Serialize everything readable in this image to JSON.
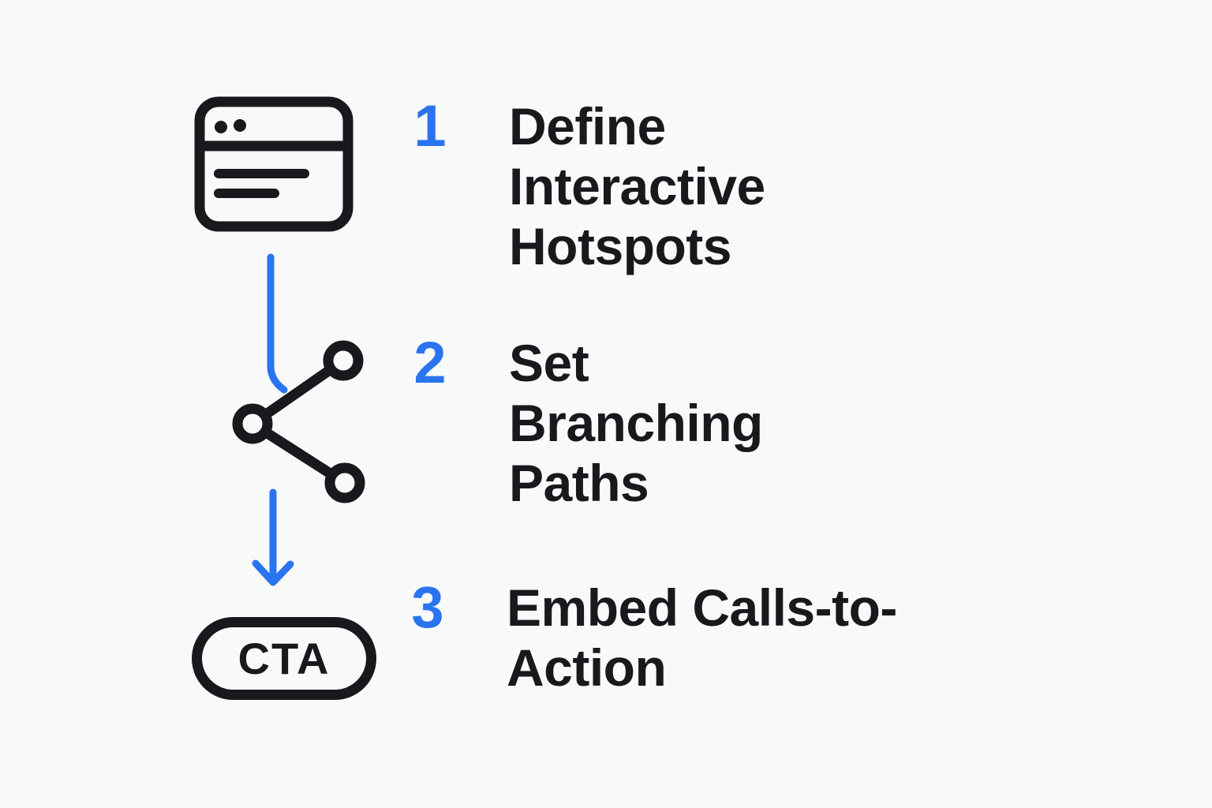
{
  "theme": {
    "bg": "#f8f9f9",
    "ink": "#17191d",
    "accent": "#2a74f0"
  },
  "steps": [
    {
      "number": "1",
      "label": "Define Interactive Hotspots",
      "icon": "browser-window-icon"
    },
    {
      "number": "2",
      "label": "Set Branching Paths",
      "icon": "branching-paths-icon"
    },
    {
      "number": "3",
      "label": "Embed Calls-to-Action",
      "icon": "cta-pill-button"
    }
  ],
  "connectors": [
    {
      "name": "curved-connector-line",
      "from_step": "1",
      "to_step": "2"
    },
    {
      "name": "down-arrow-connector",
      "from_step": "2",
      "to_step": "3"
    }
  ],
  "cta": {
    "label": "CTA"
  }
}
